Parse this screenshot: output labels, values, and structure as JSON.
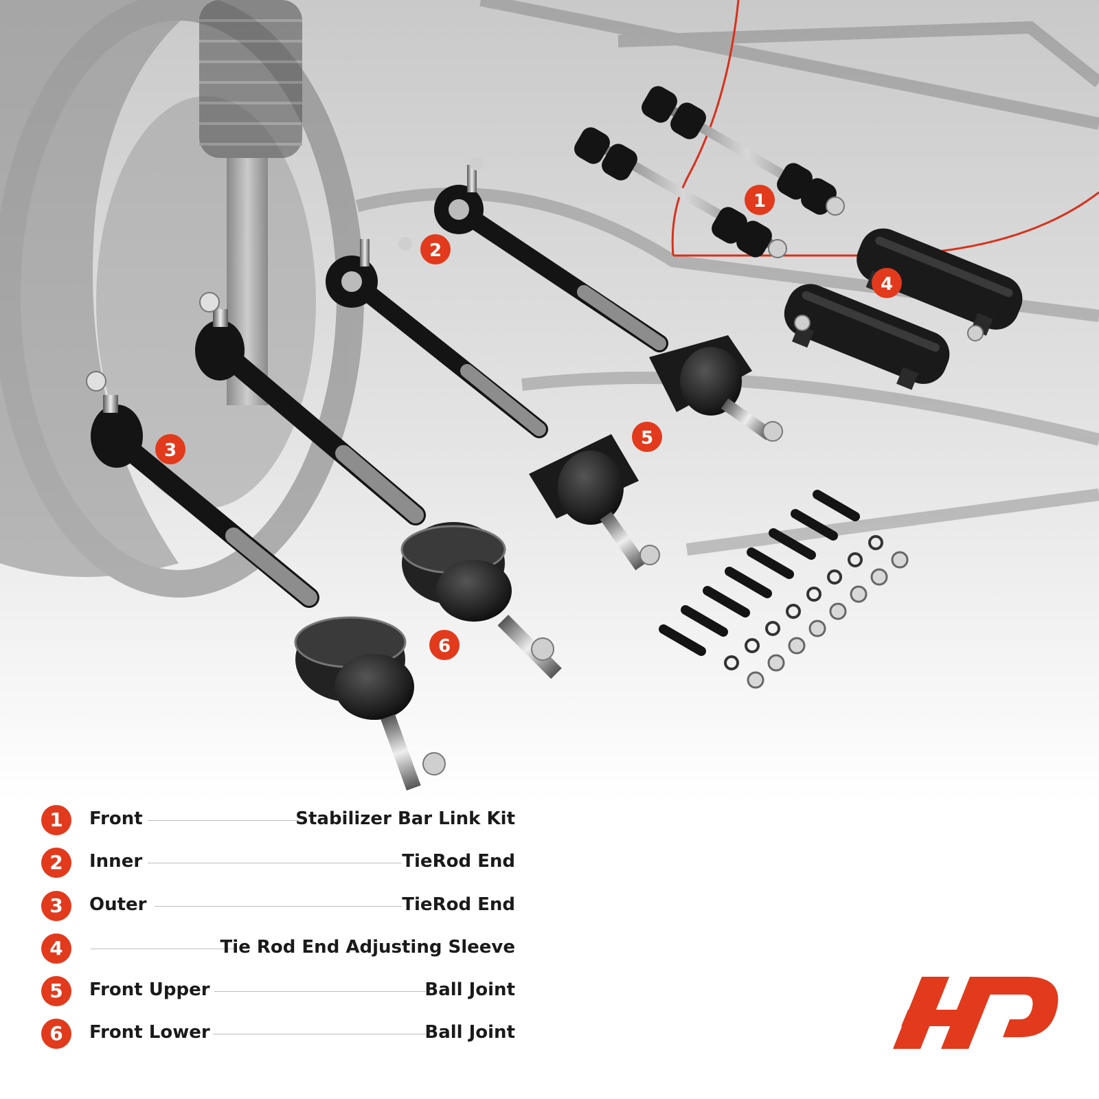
{
  "callouts": [
    "1",
    "2",
    "3",
    "4",
    "5",
    "6"
  ],
  "legend": [
    {
      "number": "1",
      "position": "Front",
      "part": "Stabilizer Bar Link Kit"
    },
    {
      "number": "2",
      "position": "Inner",
      "part": "TieRod End"
    },
    {
      "number": "3",
      "position": "Outer",
      "part": "TieRod End"
    },
    {
      "number": "4",
      "position": "",
      "part": "Tie Rod End Adjusting Sleeve"
    },
    {
      "number": "5",
      "position": "Front Upper",
      "part": "Ball Joint"
    },
    {
      "number": "6",
      "position": "Front Lower",
      "part": "Ball Joint"
    }
  ],
  "colors": {
    "accent": "#e23a1c",
    "text": "#1a1a1a",
    "leader_line": "#bdbdbd"
  },
  "logo": {
    "name": "ap-logo"
  }
}
